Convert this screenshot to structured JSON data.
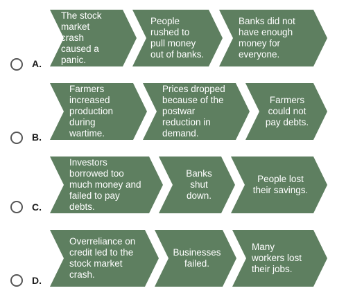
{
  "colors": {
    "arrow_fill": "#5e7f60",
    "arrow_text": "#ffffff",
    "radio_border": "#555555"
  },
  "options": [
    {
      "letter": "A.",
      "steps": [
        "The stock market crash caused a panic.",
        "People rushed to pull money out of banks.",
        "Banks did not have enough money for everyone."
      ]
    },
    {
      "letter": "B.",
      "steps": [
        "Farmers increased production during wartime.",
        "Prices dropped because of the postwar reduction in demand.",
        "Farmers could not pay debts."
      ]
    },
    {
      "letter": "C.",
      "steps": [
        "Investors borrowed too much money and failed to pay debts.",
        "Banks shut down.",
        "People lost their savings."
      ]
    },
    {
      "letter": "D.",
      "steps": [
        "Overreliance on credit led to the stock market crash.",
        "Businesses failed.",
        "Many workers lost their jobs."
      ]
    }
  ]
}
